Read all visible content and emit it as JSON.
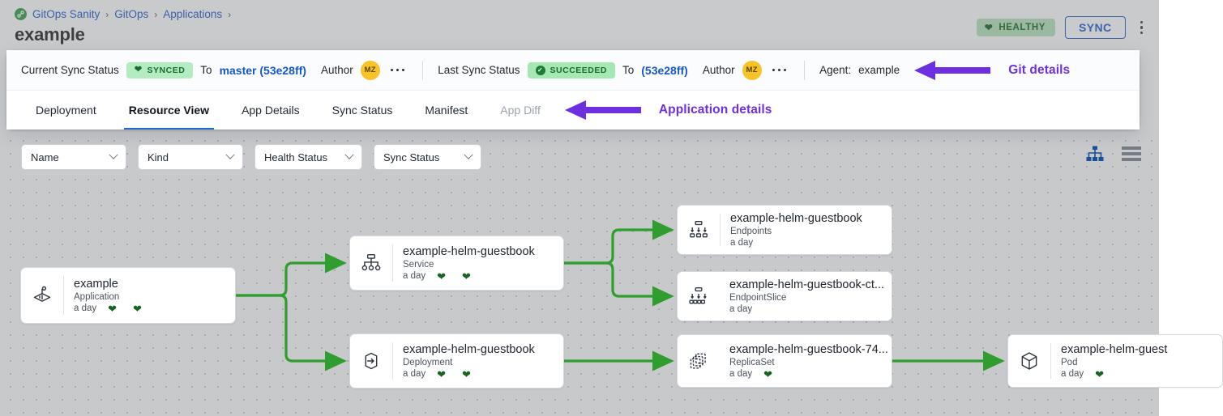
{
  "header": {
    "breadcrumb": [
      {
        "label": "GitOps Sanity",
        "icon": "gitops-logo-icon"
      },
      {
        "label": "GitOps"
      },
      {
        "label": "Applications"
      }
    ],
    "breadcrumb_separator": "›",
    "title": "example",
    "health_badge": {
      "label": "HEALTHY",
      "icon": "heart-icon",
      "bg": "#b7e2b9",
      "fg": "#15631d"
    },
    "sync_button": "SYNC",
    "overflow_menu": "kebab-menu-icon"
  },
  "sync_bar": {
    "current": {
      "label": "Current Sync Status",
      "chip": "SYNCED",
      "chip_icon": "heart-icon",
      "to_label": "To",
      "revision": "master (53e28ff)",
      "author_label": "Author",
      "author_initials": "MZ"
    },
    "last": {
      "label": "Last Sync Status",
      "chip": "SUCCEEDED",
      "chip_icon": "check-circle-icon",
      "to_label": "To",
      "revision": "(53e28ff)",
      "author_label": "Author",
      "author_initials": "MZ"
    },
    "agent_label": "Agent:",
    "agent_value": "example",
    "annotation": "Git details",
    "annotation_color": "#6d2fe0"
  },
  "tabs": {
    "items": [
      {
        "label": "Deployment",
        "active": false,
        "disabled": false
      },
      {
        "label": "Resource View",
        "active": true,
        "disabled": false
      },
      {
        "label": "App Details",
        "active": false,
        "disabled": false
      },
      {
        "label": "Sync Status",
        "active": false,
        "disabled": false
      },
      {
        "label": "Manifest",
        "active": false,
        "disabled": false
      },
      {
        "label": "App Diff",
        "active": false,
        "disabled": true
      }
    ],
    "annotation": "Application details",
    "annotation_color": "#6d2fe0"
  },
  "filters": [
    {
      "label": "Name",
      "icon": "chevron-down-icon"
    },
    {
      "label": "Kind",
      "icon": "chevron-down-icon"
    },
    {
      "label": "Health Status",
      "icon": "chevron-down-icon"
    },
    {
      "label": "Sync Status",
      "icon": "chevron-down-icon"
    }
  ],
  "view_toggles": [
    {
      "name": "tree-view-icon",
      "active": true,
      "color": "#1a4f99"
    },
    {
      "name": "list-view-icon",
      "active": false,
      "color": "#6e757e"
    }
  ],
  "graph": {
    "edge_color": "#2f9e2f",
    "nodes": [
      {
        "id": "app",
        "title": "example",
        "kind": "Application",
        "age": "a day",
        "hearts": 2,
        "icon": "application-icon"
      },
      {
        "id": "svc",
        "title": "example-helm-guestbook",
        "kind": "Service",
        "age": "a day",
        "hearts": 2,
        "icon": "service-icon"
      },
      {
        "id": "deploy",
        "title": "example-helm-guestbook",
        "kind": "Deployment",
        "age": "a day",
        "hearts": 2,
        "icon": "deployment-icon"
      },
      {
        "id": "ep",
        "title": "example-helm-guestbook",
        "kind": "Endpoints",
        "age": "a day",
        "hearts": 0,
        "icon": "endpoints-icon"
      },
      {
        "id": "eps",
        "title": "example-helm-guestbook-ct...",
        "kind": "EndpointSlice",
        "age": "a day",
        "hearts": 0,
        "icon": "endpointslice-icon"
      },
      {
        "id": "rs",
        "title": "example-helm-guestbook-74...",
        "kind": "ReplicaSet",
        "age": "a day",
        "hearts": 1,
        "icon": "replicaset-icon"
      },
      {
        "id": "pod",
        "title": "example-helm-guest",
        "kind": "Pod",
        "age": "a day",
        "hearts": 1,
        "icon": "pod-icon"
      }
    ]
  }
}
